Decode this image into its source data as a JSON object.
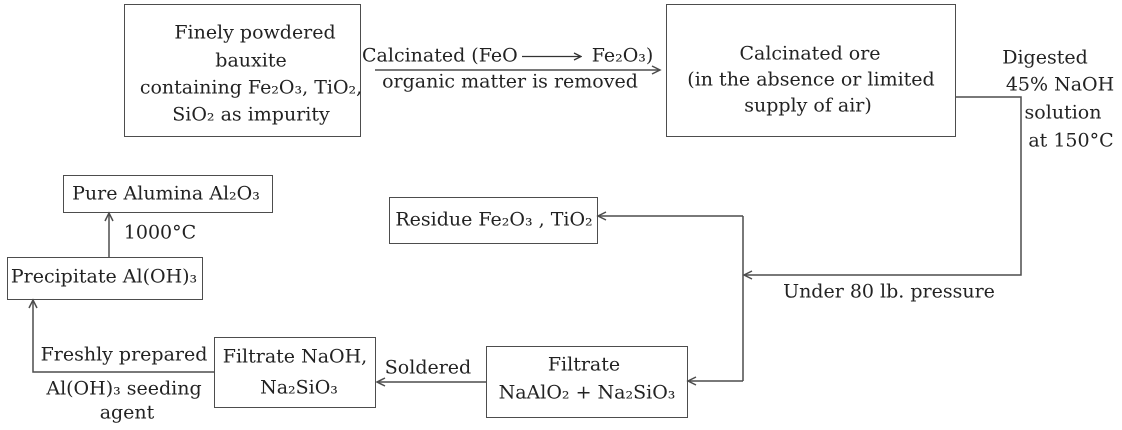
{
  "diagram": {
    "nodes": {
      "bauxite": {
        "lines": [
          "Finely powdered",
          "bauxite",
          "containing Fe₂O₃, TiO₂,",
          "SiO₂ as impurity"
        ]
      },
      "calcinated_ore": {
        "lines": [
          "Calcinated ore",
          "(in the absence or limited",
          "supply of air)"
        ]
      },
      "residue": {
        "label": "Residue Fe₂O₃ , TiO₂"
      },
      "filtrate": {
        "lines": [
          "Filtrate",
          "NaAlO₂ + Na₂SiO₃"
        ]
      },
      "filtrate_naoh": {
        "lines": [
          "Filtrate NaOH,",
          "Na₂SiO₃"
        ]
      },
      "precipitate": {
        "label": "Precipitate Al(OH)₃"
      },
      "pure_alumina": {
        "label": "Pure Alumina Al₂O₃"
      }
    },
    "edges": {
      "calcination": {
        "from": "bauxite",
        "to": "calcinated_ore",
        "above_before": "Calcinated (FeO",
        "above_after": "Fe₂O₃)",
        "below": "organic matter is removed"
      },
      "digestion": {
        "from": "calcinated_ore",
        "to": "split",
        "lines": [
          "Digested",
          "45% NaOH",
          "solution",
          "at 150°C"
        ],
        "below_label": "Under 80 lb. pressure"
      },
      "to_residue": {
        "from": "split",
        "to": "residue"
      },
      "to_filtrate": {
        "from": "split",
        "to": "filtrate"
      },
      "soldered": {
        "from": "filtrate",
        "to": "filtrate_naoh",
        "label": "Soldered"
      },
      "seeding": {
        "from": "filtrate_naoh",
        "to": "precipitate",
        "lines": [
          "Freshly prepared",
          "Al(OH)₃ seeding",
          "agent"
        ]
      },
      "heating": {
        "from": "precipitate",
        "to": "pure_alumina",
        "label": "1000°C"
      }
    }
  }
}
